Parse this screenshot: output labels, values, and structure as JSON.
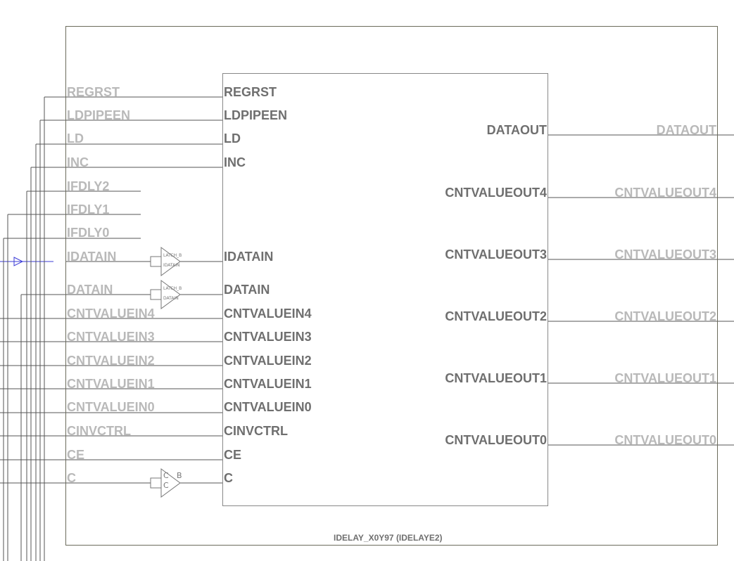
{
  "cell": {
    "caption": "IDELAY_X0Y97 (IDELAYE2)"
  },
  "inputs": [
    {
      "id": "regrst",
      "label": "REGRST",
      "inner": "REGRST"
    },
    {
      "id": "ldpipeen",
      "label": "LDPIPEEN",
      "inner": "LDPIPEEN"
    },
    {
      "id": "ld",
      "label": "LD",
      "inner": "LD"
    },
    {
      "id": "inc",
      "label": "INC",
      "inner": "INC"
    },
    {
      "id": "ifdly2",
      "label": "IFDLY2",
      "inner": ""
    },
    {
      "id": "ifdly1",
      "label": "IFDLY1",
      "inner": ""
    },
    {
      "id": "ifdly0",
      "label": "IFDLY0",
      "inner": ""
    },
    {
      "id": "idatain",
      "label": "IDATAIN",
      "inner": "IDATAIN"
    },
    {
      "id": "datain",
      "label": "DATAIN",
      "inner": "DATAIN"
    },
    {
      "id": "cntvaluein4",
      "label": "CNTVALUEIN4",
      "inner": "CNTVALUEIN4"
    },
    {
      "id": "cntvaluein3",
      "label": "CNTVALUEIN3",
      "inner": "CNTVALUEIN3"
    },
    {
      "id": "cntvaluein2",
      "label": "CNTVALUEIN2",
      "inner": "CNTVALUEIN2"
    },
    {
      "id": "cntvaluein1",
      "label": "CNTVALUEIN1",
      "inner": "CNTVALUEIN1"
    },
    {
      "id": "cntvaluein0",
      "label": "CNTVALUEIN0",
      "inner": "CNTVALUEIN0"
    },
    {
      "id": "cinvctrl",
      "label": "CINVCTRL",
      "inner": "CINVCTRL"
    },
    {
      "id": "ce",
      "label": "CE",
      "inner": "CE"
    },
    {
      "id": "c",
      "label": "C",
      "inner": "C"
    }
  ],
  "outputs": [
    {
      "id": "dataout",
      "label": "DATAOUT",
      "inner": "DATAOUT"
    },
    {
      "id": "cntvalueout4",
      "label": "CNTVALUEOUT4",
      "inner": "CNTVALUEOUT4"
    },
    {
      "id": "cntvalueout3",
      "label": "CNTVALUEOUT3",
      "inner": "CNTVALUEOUT3"
    },
    {
      "id": "cntvalueout2",
      "label": "CNTVALUEOUT2",
      "inner": "CNTVALUEOUT2"
    },
    {
      "id": "cntvalueout1",
      "label": "CNTVALUEOUT1",
      "inner": "CNTVALUEOUT1"
    },
    {
      "id": "cntvalueout0",
      "label": "CNTVALUEOUT0",
      "inner": "CNTVALUEOUT0"
    }
  ],
  "buffers": {
    "idatain": {
      "top": "LATCH_B",
      "bottom": "IDATAIN"
    },
    "datain": {
      "top": "LATCH_B",
      "bottom": "DATAIN"
    },
    "clock": {
      "top": "C",
      "mid": "B",
      "bottom": "C"
    }
  },
  "colors": {
    "wire": "#555555",
    "net_highlight": "#3b3bd6",
    "outer_label": "#b9b9b9",
    "inner_label": "#6f6f6f"
  }
}
